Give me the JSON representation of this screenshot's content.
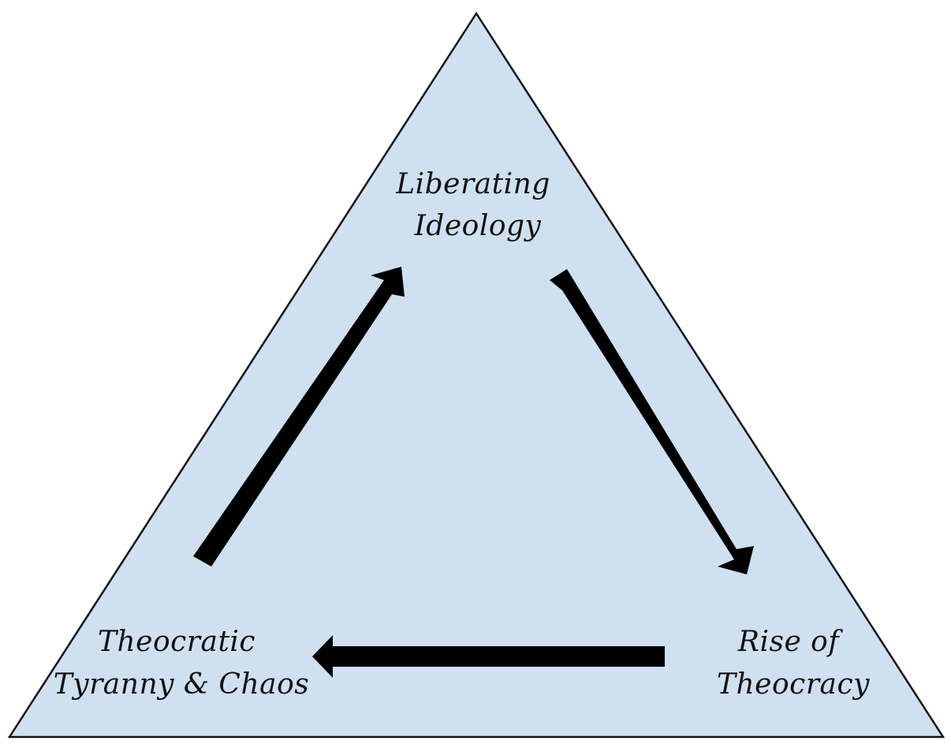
{
  "diagram": {
    "type": "cycle",
    "colors": {
      "triangle_fill": "#cfe0f1",
      "triangle_stroke": "#111111",
      "arrow": "#000000",
      "text": "#111111"
    },
    "nodes": {
      "top": {
        "line1": "Liberating",
        "line2": "Ideology"
      },
      "right": {
        "line1": "Rise of",
        "line2": "Theocracy"
      },
      "left": {
        "line1": "Theocratic",
        "line2": "Tyranny & Chaos"
      }
    },
    "flow": [
      {
        "from": "Liberating Ideology",
        "to": "Rise of Theocracy"
      },
      {
        "from": "Rise of Theocracy",
        "to": "Theocratic Tyranny & Chaos"
      },
      {
        "from": "Theocratic Tyranny & Chaos",
        "to": "Liberating Ideology"
      }
    ]
  }
}
